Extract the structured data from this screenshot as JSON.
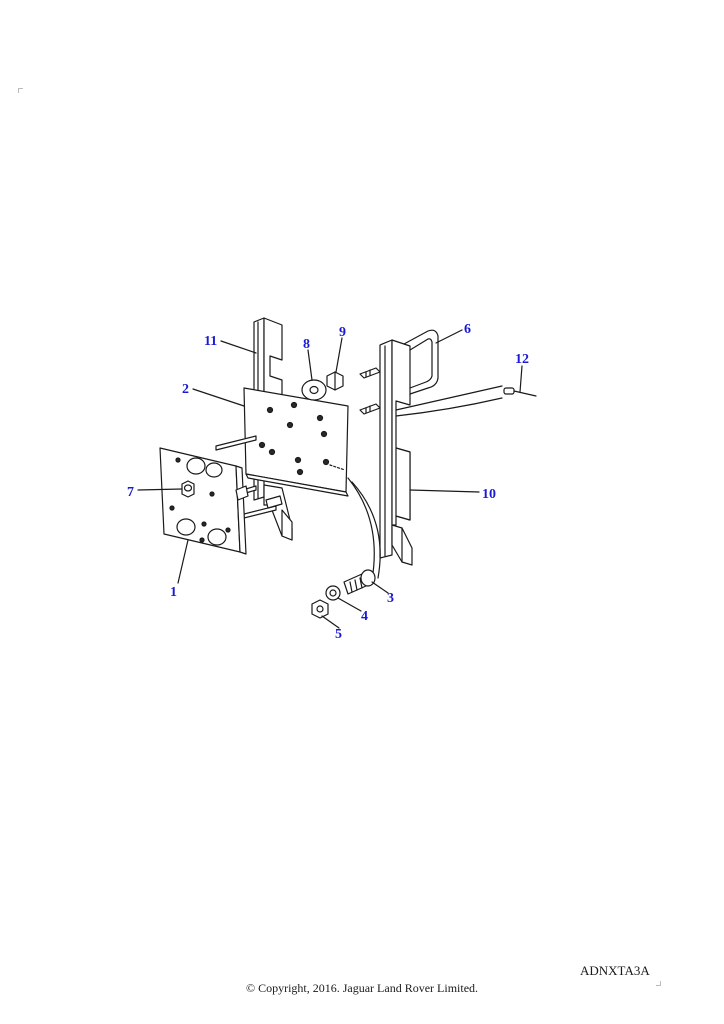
{
  "callouts": {
    "c1": "1",
    "c2": "2",
    "c3": "3",
    "c4": "4",
    "c5": "5",
    "c6": "6",
    "c7": "7",
    "c8": "8",
    "c9": "9",
    "c10": "10",
    "c11": "11",
    "c12": "12"
  },
  "colors": {
    "callout_text": "#1a1ad6",
    "line_art": "#1a1a1a"
  },
  "footer": {
    "reference_code": "ADNXTA3A",
    "copyright": "© Copyright, 2016. Jaguar Land Rover Limited."
  }
}
